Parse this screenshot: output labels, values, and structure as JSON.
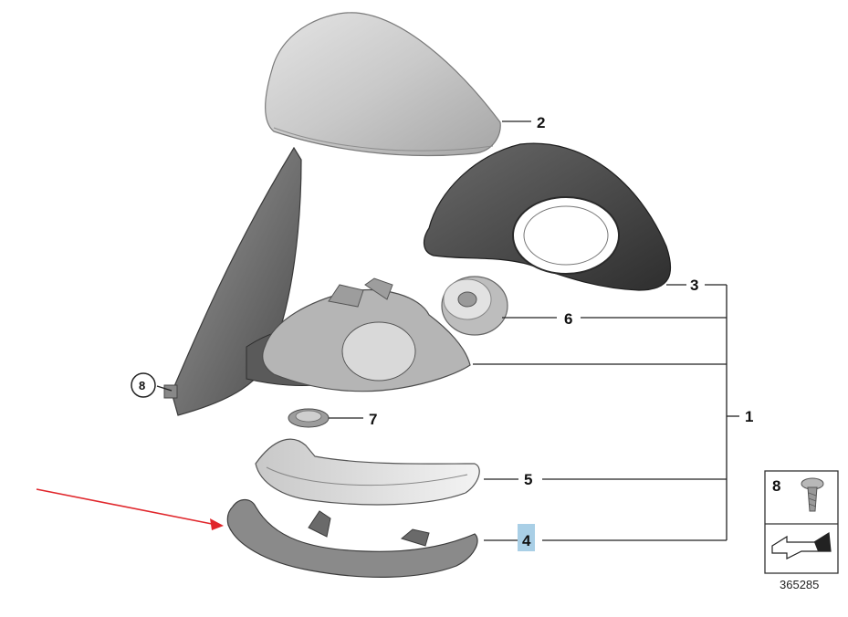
{
  "callouts": {
    "c1": "1",
    "c2": "2",
    "c3": "3",
    "c4": "4",
    "c5": "5",
    "c6": "6",
    "c7": "7",
    "c8": "8"
  },
  "legend": {
    "part_number": "8",
    "reference_number": "365285"
  },
  "colors": {
    "arrow": "#e0262b",
    "highlight": "#a9cfe6",
    "line": "#222222"
  }
}
